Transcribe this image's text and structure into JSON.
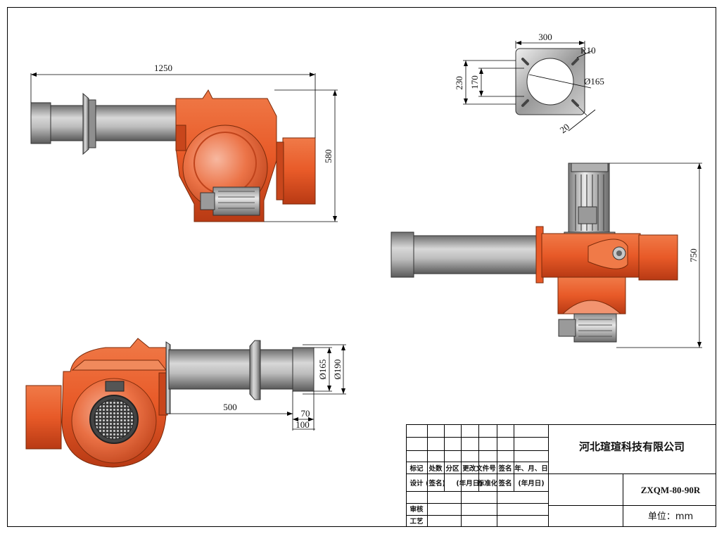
{
  "dimensions": {
    "side_length": "1250",
    "side_height": "580",
    "flange_width": "300",
    "flange_height": "230",
    "flange_bolt_spacing": "170",
    "flange_radius": "R10",
    "flange_bore": "Ø165",
    "flange_slot": "20",
    "top_height": "750",
    "front_bore_inner": "Ø165",
    "front_bore_outer": "Ø190",
    "tube_insertion": "500",
    "tip_length": "70",
    "tip_total": "100"
  },
  "title_block": {
    "company": "河北瑄瑄科技有限公司",
    "model": "ZXQM-80-90R",
    "unit": "单位：mm",
    "header_row": [
      "标记",
      "处数",
      "分区",
      "更改文件号",
      "签名",
      "年、月、日"
    ],
    "design_row": [
      "设计",
      "(签名)",
      "(年月日)",
      "标准化",
      "签名",
      "(年月日)"
    ],
    "review_label": "审核",
    "process_label": "工艺"
  },
  "colors": {
    "housing": "#e85a28",
    "housing_dark": "#b83a14",
    "tube": "#9a9a9a",
    "motor": "#c8c8c8"
  }
}
